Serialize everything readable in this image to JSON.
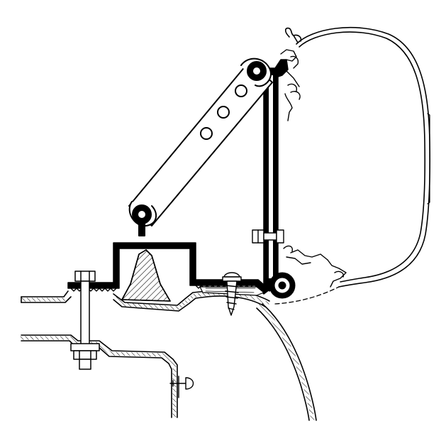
{
  "diagram": {
    "type": "technical-line-drawing",
    "labels": [],
    "colors": {
      "ink": "#000000",
      "background": "#ffffff",
      "fill_light": "#ffffff"
    },
    "parts": [
      "awning-cassette",
      "wall-bracket",
      "support-arm",
      "adapter-bracket",
      "mounting-block",
      "roof-panel",
      "inner-panel",
      "vehicle-body-curve",
      "bolt",
      "nut",
      "screw",
      "small-bolt"
    ]
  }
}
